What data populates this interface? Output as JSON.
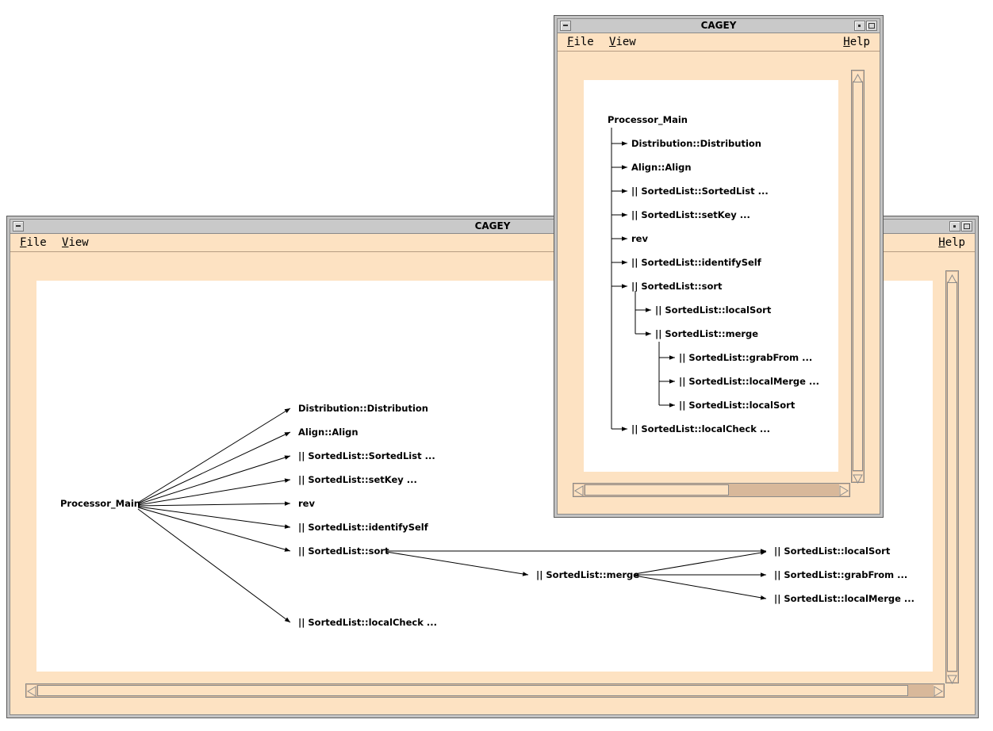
{
  "window_large": {
    "title": "CAGEY",
    "menu": {
      "file": "File",
      "view": "View",
      "help": "Help"
    },
    "root": "Processor_Main",
    "nodes": {
      "distribution": "Distribution::Distribution",
      "align": "Align::Align",
      "sortedlist_ctor": "|| SortedList::SortedList ...",
      "setkey": "|| SortedList::setKey ...",
      "rev": "rev",
      "identify": "|| SortedList::identifySelf",
      "sort": "|| SortedList::sort",
      "merge": "|| SortedList::merge",
      "localcheck": "|| SortedList::localCheck ...",
      "localsort": "|| SortedList::localSort",
      "grabfrom": "|| SortedList::grabFrom ...",
      "localmerge": "|| SortedList::localMerge ..."
    }
  },
  "window_small": {
    "title": "CAGEY",
    "menu": {
      "file": "File",
      "view": "View",
      "help": "Help"
    },
    "root": "Processor_Main",
    "nodes": {
      "distribution": "Distribution::Distribution",
      "align": "Align::Align",
      "sortedlist_ctor": "|| SortedList::SortedList ...",
      "setkey": "|| SortedList::setKey ...",
      "rev": "rev",
      "identify": "|| SortedList::identifySelf",
      "sort": "|| SortedList::sort",
      "localsort": "|| SortedList::localSort",
      "merge": "|| SortedList::merge",
      "grabfrom": "|| SortedList::grabFrom ...",
      "localmerge": "|| SortedList::localMerge ...",
      "localsort2": "|| SortedList::localSort",
      "localcheck": "|| SortedList::localCheck ..."
    }
  },
  "colors": {
    "window_bg": "#fde2c2",
    "titlebar": "#c9c9c9",
    "scroll_trough": "#d8b89a"
  }
}
